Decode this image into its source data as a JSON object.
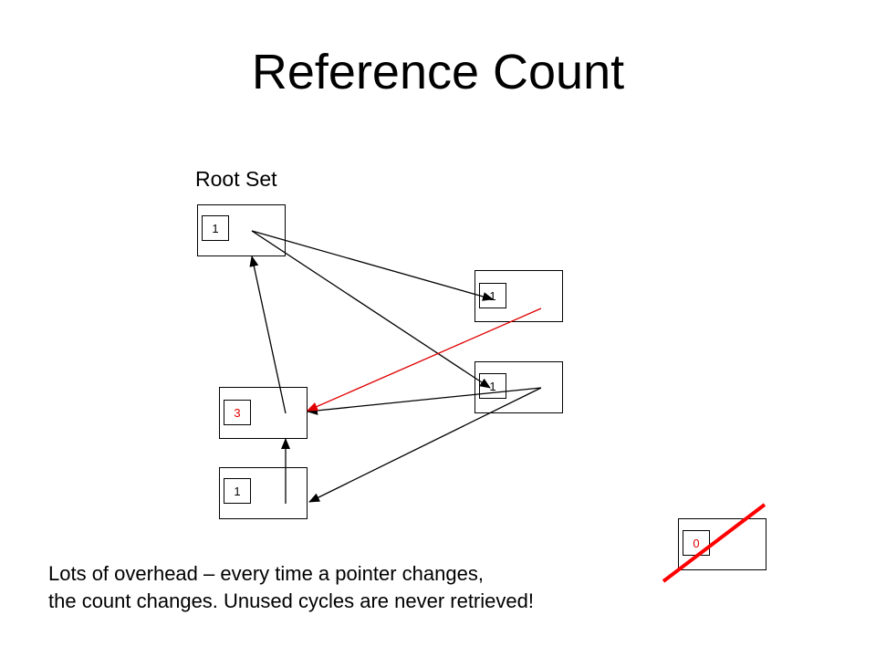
{
  "title": "Reference Count",
  "root_set_label": "Root Set",
  "nodes": {
    "root": {
      "count": "1",
      "count_color": "#000000"
    },
    "right_upper": {
      "count": "1",
      "count_color": "#000000"
    },
    "right_lower": {
      "count": "1",
      "count_color": "#000000"
    },
    "middle": {
      "count": "3",
      "count_color": "#e00000"
    },
    "bottom": {
      "count": "1",
      "count_color": "#000000"
    },
    "garbage": {
      "count": "0",
      "count_color": "#e00000"
    }
  },
  "caption": {
    "line1": "Lots of overhead – every time a pointer changes,",
    "line2": "the count changes.  Unused cycles are never retrieved!"
  },
  "colors": {
    "pointer": "#000000",
    "changed_pointer": "#e00000",
    "strike": "#ff0000"
  }
}
